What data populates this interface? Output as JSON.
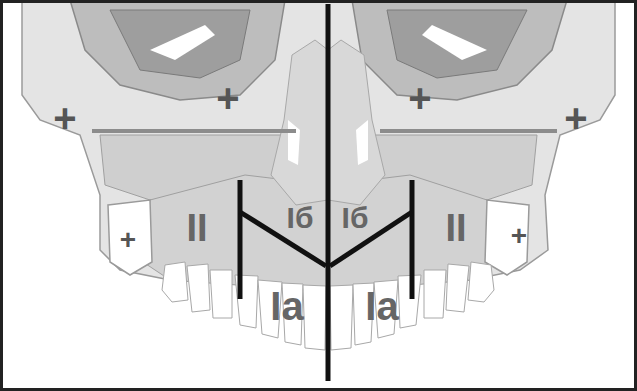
{
  "diagram": {
    "labels": [
      "+",
      "+",
      "+",
      "+",
      "+",
      "II",
      "Iб",
      "Iб",
      "II",
      "+",
      "Ia",
      "Ia"
    ]
  }
}
